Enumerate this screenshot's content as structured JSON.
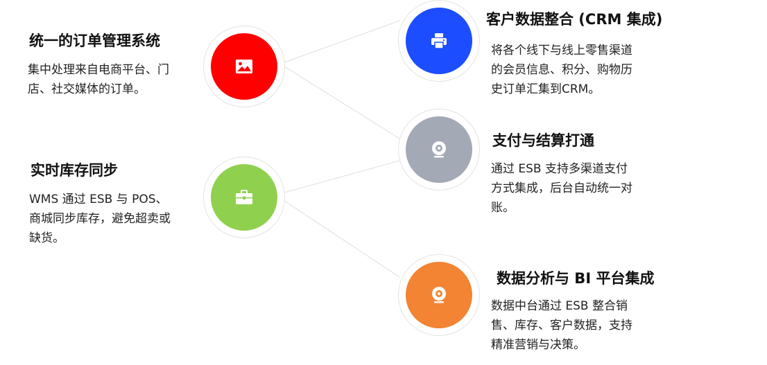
{
  "colors": {
    "red": "#ff0000",
    "blue": "#1c4dff",
    "gray": "#a3aab5",
    "green": "#8fd14f",
    "orange": "#f28433",
    "connector": "#e3e3e3"
  },
  "items": [
    {
      "title": "统一的订单管理系统",
      "desc_lines": [
        "集中处理来自电商平台、门",
        "店、社交媒体的订单。"
      ],
      "icon": "image-icon",
      "color": "red"
    },
    {
      "title": "客户数据整合 (CRM 集成)",
      "desc_lines": [
        "将各个线下与线上零售渠道",
        "的会员信息、积分、购物历",
        "史订单汇集到CRM。"
      ],
      "icon": "printer-icon",
      "color": "blue"
    },
    {
      "title": "实时库存同步",
      "desc_lines": [
        "WMS 通过 ESB 与 POS、",
        "商城同步库存，避免超卖或",
        "缺货。"
      ],
      "icon": "briefcase-icon",
      "color": "green"
    },
    {
      "title": "支付与结算打通",
      "desc_lines": [
        "通过 ESB 支持多渠道支付",
        "方式集成，后台自动统一对",
        "账。"
      ],
      "icon": "webcam-icon",
      "color": "gray"
    },
    {
      "title": "数据分析与 BI 平台集成",
      "desc_lines": [
        "数据中台通过 ESB 整合销",
        "售、库存、客户数据，支持",
        "精准营销与决策。"
      ],
      "icon": "webcam-icon",
      "color": "orange"
    }
  ]
}
